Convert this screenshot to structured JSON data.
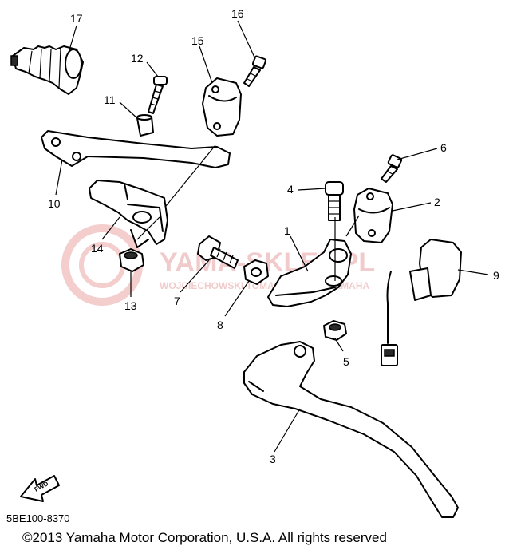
{
  "callouts": [
    {
      "n": "1"
    },
    {
      "n": "2"
    },
    {
      "n": "3"
    },
    {
      "n": "4"
    },
    {
      "n": "5"
    },
    {
      "n": "6"
    },
    {
      "n": "7"
    },
    {
      "n": "8"
    },
    {
      "n": "9"
    },
    {
      "n": "10"
    },
    {
      "n": "11"
    },
    {
      "n": "12"
    },
    {
      "n": "13"
    },
    {
      "n": "14"
    },
    {
      "n": "15"
    },
    {
      "n": "16"
    },
    {
      "n": "17"
    }
  ],
  "watermark": {
    "line1": "YAMA-SKLEP.PL",
    "line2": "WOJCIECHOWSKI TOMASZ ROWER YAMAHA"
  },
  "fwd_label": "FWD",
  "diagram_code": "5BE100-8370",
  "copyright": "©2013 Yamaha Motor Corporation, U.S.A. All rights reserved"
}
